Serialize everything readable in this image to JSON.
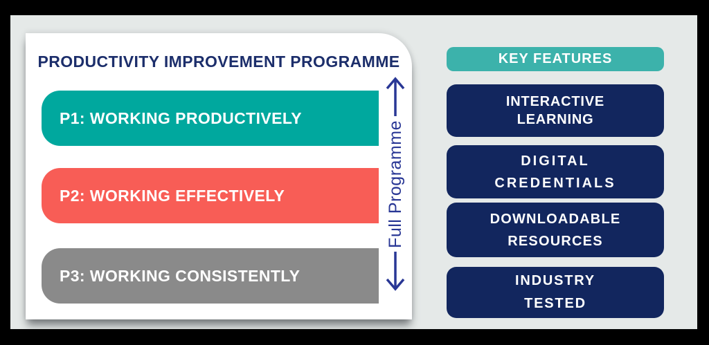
{
  "canvas": {
    "outer_bg": "#000000",
    "backdrop_bg": "#e5e9e8",
    "card_bg": "#ffffff"
  },
  "programme": {
    "title": "PRODUCTIVITY IMPROVEMENT PROGRAMME",
    "title_color": "#1c2e6b",
    "bars": [
      {
        "id": "P1",
        "label": "P1: WORKING PRODUCTIVELY",
        "color": "#00a89e"
      },
      {
        "id": "P2",
        "label": "P2: WORKING EFFECTIVELY",
        "color": "#f85d56"
      },
      {
        "id": "P3",
        "label": "P3: WORKING CONSISTENTLY",
        "color": "#8a8a8a"
      }
    ],
    "axis": {
      "label": "Full Programme",
      "color": "#293795",
      "up_arrow_icon": "arrow-up",
      "down_arrow_icon": "arrow-down"
    }
  },
  "features": {
    "header": {
      "label": "KEY FEATURES",
      "bg": "#3cb2ab"
    },
    "item_bg": "#12265e",
    "items": [
      {
        "lines": [
          "INTERACTIVE",
          "LEARNING"
        ]
      },
      {
        "lines": [
          "DIGITAL",
          "CREDENTIALS"
        ]
      },
      {
        "lines": [
          "DOWNLOADABLE",
          "RESOURCES"
        ]
      },
      {
        "lines": [
          "INDUSTRY",
          "TESTED"
        ]
      }
    ]
  }
}
